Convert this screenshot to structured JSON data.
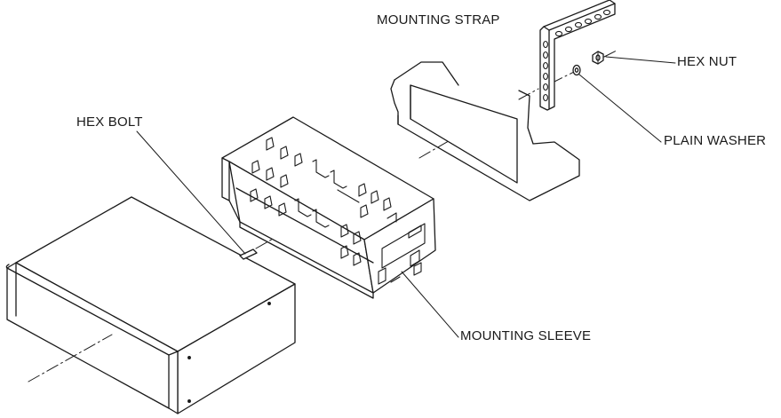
{
  "labels": {
    "mounting_strap": "MOUNTING STRAP",
    "hex_nut": "HEX NUT",
    "hex_bolt": "HEX BOLT",
    "plain_washer": "PLAIN WASHER",
    "mounting_sleeve": "MOUNTING SLEEVE"
  },
  "colors": {
    "line": "#1a1a1a",
    "background": "#ffffff"
  }
}
